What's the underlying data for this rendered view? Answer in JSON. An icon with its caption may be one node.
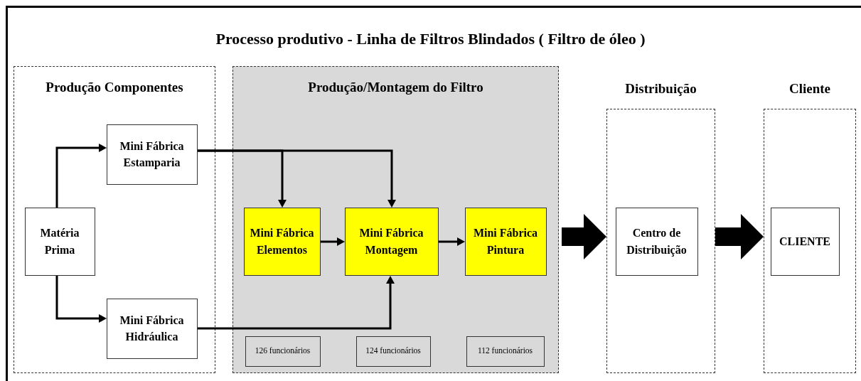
{
  "diagram": {
    "title": "Processo produtivo - Linha de Filtros Blindados ( Filtro de óleo )",
    "nodes": [
      {
        "text": [
          "Produção Componentes"
        ]
      },
      {
        "text": [
          "Matéria Prima"
        ],
        "in": 0
      },
      {
        "text": [
          "Mini Fábrica Estamparia"
        ],
        "in": 0
      },
      {
        "text": [
          "Mini Fábrica Hidráulica"
        ],
        "in": 0
      },
      {
        "text": [
          "Produção/Montagem do Filtro"
        ]
      },
      {
        "text": [
          "Mini Fábrica Elementos"
        ],
        "in": 4
      },
      {
        "text": [
          "Mini Fábrica Montagem"
        ],
        "in": 4
      },
      {
        "text": [
          "Mini Fábrica Pintura"
        ],
        "in": 4
      },
      {
        "text": [
          "126 funcionários"
        ],
        "in": 4
      },
      {
        "text": [
          "124 funcionários"
        ],
        "in": 4
      },
      {
        "text": [
          "112 funcionários"
        ],
        "in": 4
      },
      {
        "text": [
          "Distribuição"
        ]
      },
      {
        "text": [
          "Centro de Distribuição"
        ],
        "in": 11
      },
      {
        "text": [
          "Cliente"
        ]
      },
      {
        "text": [
          "CLIENTE"
        ],
        "in": 13
      }
    ],
    "edges": [
      {
        "from": 1,
        "to": 2,
        "arrow": "to"
      },
      {
        "from": 1,
        "to": 3,
        "arrow": "to"
      },
      {
        "from": 2,
        "to": 5,
        "arrow": "to"
      },
      {
        "from": 2,
        "to": 6,
        "arrow": "to"
      },
      {
        "from": 3,
        "to": 6,
        "arrow": "to"
      },
      {
        "from": 5,
        "to": 6,
        "arrow": "to"
      },
      {
        "from": 6,
        "to": 7,
        "arrow": "to"
      },
      {
        "from": 4,
        "to": 11,
        "arrow": "to",
        "style": "thick"
      },
      {
        "from": 11,
        "to": 13,
        "arrow": "to",
        "style": "thick"
      }
    ]
  }
}
